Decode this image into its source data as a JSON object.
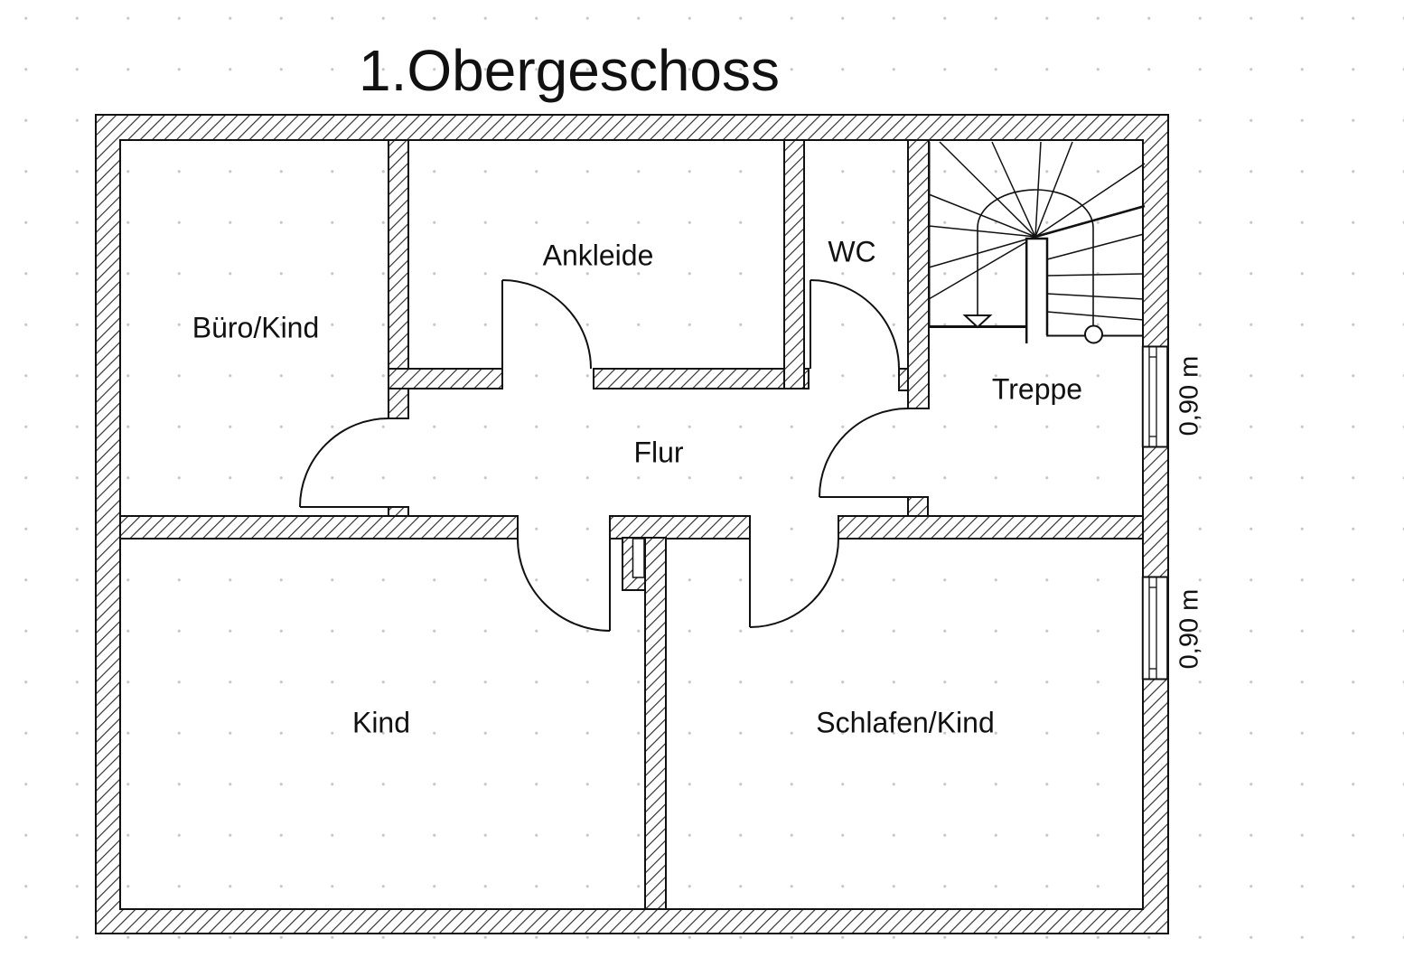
{
  "title": "1.Obergeschoss",
  "rooms": [
    {
      "name": "Büro/Kind"
    },
    {
      "name": "Ankleide"
    },
    {
      "name": "WC"
    },
    {
      "name": "Treppe"
    },
    {
      "name": "Flur"
    },
    {
      "name": "Kind"
    },
    {
      "name": "Schlafen/Kind"
    }
  ],
  "windows": [
    {
      "size": "0,90 m"
    },
    {
      "size": "0,90 m"
    }
  ],
  "colors": {
    "line": "#111111",
    "background": "#ffffff",
    "grid_dots": "#c7c7c7"
  }
}
